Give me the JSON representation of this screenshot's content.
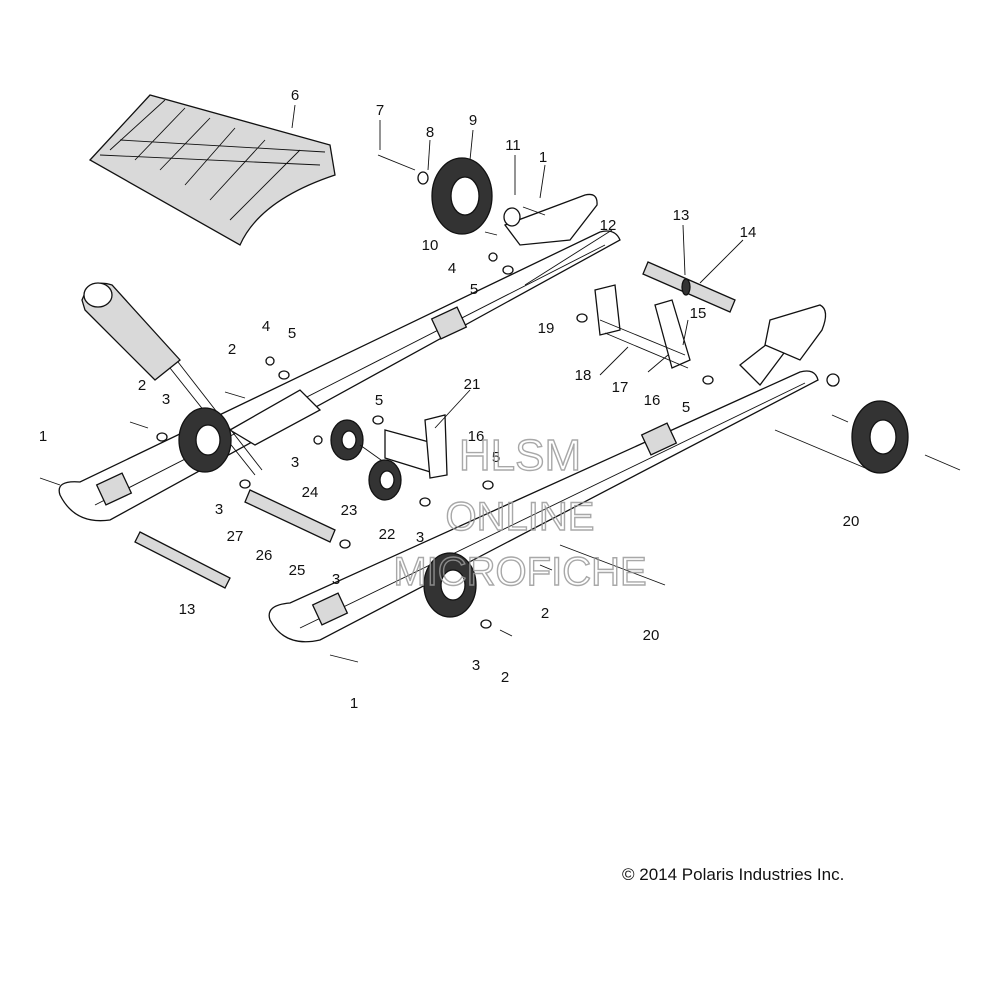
{
  "callouts": [
    {
      "id": "c6",
      "text": "6"
    },
    {
      "id": "c7",
      "text": "7"
    },
    {
      "id": "c8",
      "text": "8"
    },
    {
      "id": "c9",
      "text": "9"
    },
    {
      "id": "c11",
      "text": "11"
    },
    {
      "id": "c1a",
      "text": "1"
    },
    {
      "id": "c10",
      "text": "10"
    },
    {
      "id": "c4a",
      "text": "4"
    },
    {
      "id": "c5a",
      "text": "5"
    },
    {
      "id": "c12",
      "text": "12"
    },
    {
      "id": "c13a",
      "text": "13"
    },
    {
      "id": "c14",
      "text": "14"
    },
    {
      "id": "c19",
      "text": "19"
    },
    {
      "id": "c15",
      "text": "15"
    },
    {
      "id": "c18",
      "text": "18"
    },
    {
      "id": "c17",
      "text": "17"
    },
    {
      "id": "c16a",
      "text": "16"
    },
    {
      "id": "c5b",
      "text": "5"
    },
    {
      "id": "c4b",
      "text": "4"
    },
    {
      "id": "c5c",
      "text": "5"
    },
    {
      "id": "c2a",
      "text": "2"
    },
    {
      "id": "c2b",
      "text": "2"
    },
    {
      "id": "c3a",
      "text": "3"
    },
    {
      "id": "c1b",
      "text": "1"
    },
    {
      "id": "c21",
      "text": "21"
    },
    {
      "id": "c5d",
      "text": "5"
    },
    {
      "id": "c16b",
      "text": "16"
    },
    {
      "id": "c5e",
      "text": "5"
    },
    {
      "id": "c3b",
      "text": "3"
    },
    {
      "id": "c24",
      "text": "24"
    },
    {
      "id": "c23",
      "text": "23"
    },
    {
      "id": "c3c",
      "text": "3"
    },
    {
      "id": "c22",
      "text": "22"
    },
    {
      "id": "c3d",
      "text": "3"
    },
    {
      "id": "c27",
      "text": "27"
    },
    {
      "id": "c26",
      "text": "26"
    },
    {
      "id": "c25",
      "text": "25"
    },
    {
      "id": "c3e",
      "text": "3"
    },
    {
      "id": "c13b",
      "text": "13"
    },
    {
      "id": "c20a",
      "text": "20"
    },
    {
      "id": "c20b",
      "text": "20"
    },
    {
      "id": "c2c",
      "text": "2"
    },
    {
      "id": "c3f",
      "text": "3"
    },
    {
      "id": "c2d",
      "text": "2"
    },
    {
      "id": "c1c",
      "text": "1"
    }
  ],
  "watermark": {
    "line1": "HLSM",
    "line2": "ONLINE",
    "line3": "MICROFICHE"
  },
  "copyright": "© 2014 Polaris Industries Inc."
}
